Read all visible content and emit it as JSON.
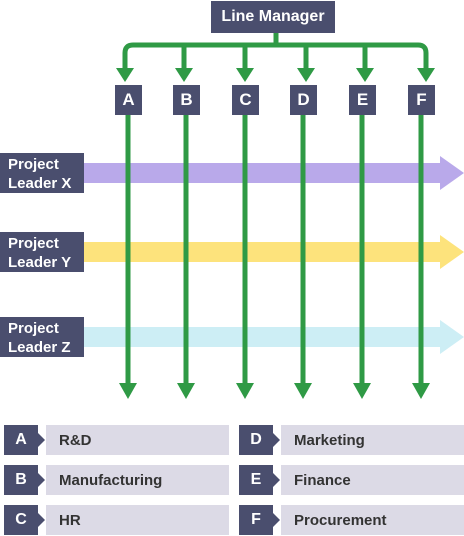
{
  "manager": {
    "label": "Line Manager"
  },
  "departments": [
    "A",
    "B",
    "C",
    "D",
    "E",
    "F"
  ],
  "project_leaders": [
    {
      "line1": "Project",
      "line2": "Leader X",
      "color": "#b9a9ea"
    },
    {
      "line1": "Project",
      "line2": "Leader Y",
      "color": "#fde37c"
    },
    {
      "line1": "Project",
      "line2": "Leader Z",
      "color": "#cdeef5"
    }
  ],
  "legend": [
    {
      "key": "A",
      "label": "R&D"
    },
    {
      "key": "B",
      "label": "Manufacturing"
    },
    {
      "key": "C",
      "label": "HR"
    },
    {
      "key": "D",
      "label": "Marketing"
    },
    {
      "key": "E",
      "label": "Finance"
    },
    {
      "key": "F",
      "label": "Procurement"
    }
  ],
  "colors": {
    "box": "#4a4e6e",
    "line": "#2f9a45",
    "legend_bg": "#dcdae6"
  }
}
